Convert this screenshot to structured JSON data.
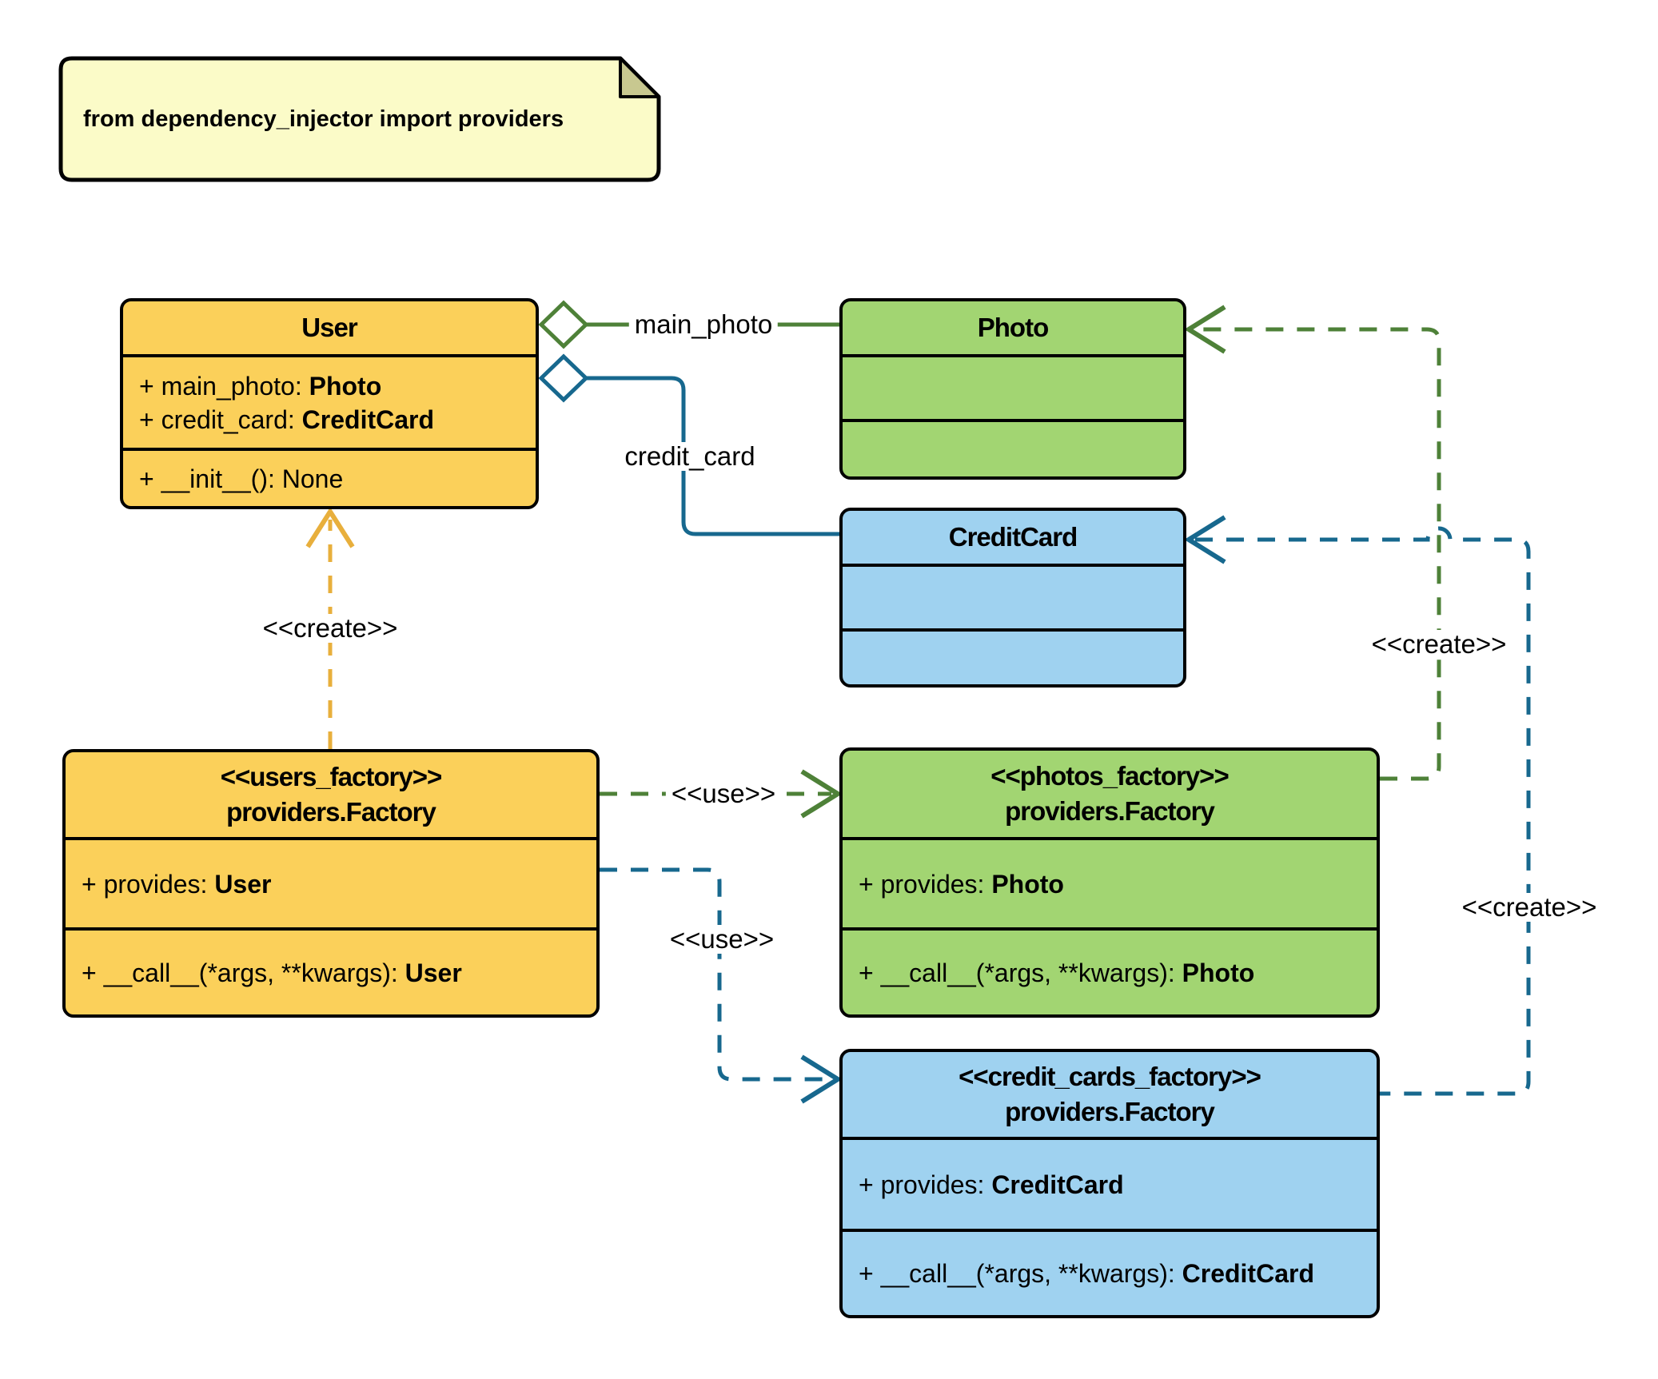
{
  "note": {
    "text": "from dependency_injector import providers"
  },
  "classes": {
    "user": {
      "title": "User",
      "attributes": [
        {
          "text": "+ main_photo: ",
          "type": "Photo"
        },
        {
          "text": "+ credit_card: ",
          "type": "CreditCard"
        }
      ],
      "methods": [
        {
          "text": "+ __init__(): None",
          "type": ""
        }
      ]
    },
    "photo": {
      "title": "Photo"
    },
    "credit_card": {
      "title": "CreditCard"
    },
    "users_factory": {
      "stereotype": "<<users_factory>>",
      "title": "providers.Factory",
      "attributes": [
        {
          "text": "+ provides: ",
          "type": "User"
        }
      ],
      "methods": [
        {
          "text": "+ __call__(*args, **kwargs): ",
          "type": "User"
        }
      ]
    },
    "photos_factory": {
      "stereotype": "<<photos_factory>>",
      "title": "providers.Factory",
      "attributes": [
        {
          "text": "+ provides: ",
          "type": "Photo"
        }
      ],
      "methods": [
        {
          "text": "+ __call__(*args, **kwargs): ",
          "type": "Photo"
        }
      ]
    },
    "credit_cards_factory": {
      "stereotype": "<<credit_cards_factory>>",
      "title": "providers.Factory",
      "attributes": [
        {
          "text": "+ provides: ",
          "type": "CreditCard"
        }
      ],
      "methods": [
        {
          "text": "+ __call__(*args, **kwargs): ",
          "type": "CreditCard"
        }
      ]
    }
  },
  "edges": {
    "main_photo_label": "main_photo",
    "credit_card_label": "credit_card",
    "create_user_label": "<<create>>",
    "create_photo_label": "<<create>>",
    "create_credit_card_label": "<<create>>",
    "use_photos_label": "<<use>>",
    "use_credit_cards_label": "<<use>>"
  },
  "colors": {
    "class_yellow": "#FBD05A",
    "class_green": "#A2D572",
    "class_blue": "#9FD2F0",
    "note_yellow": "#FBFBC8",
    "note_fold": "#C8C890",
    "edge_orange": "#E8AF3C",
    "edge_green": "#4E8138",
    "edge_blue": "#17688E",
    "border": "#000000"
  }
}
